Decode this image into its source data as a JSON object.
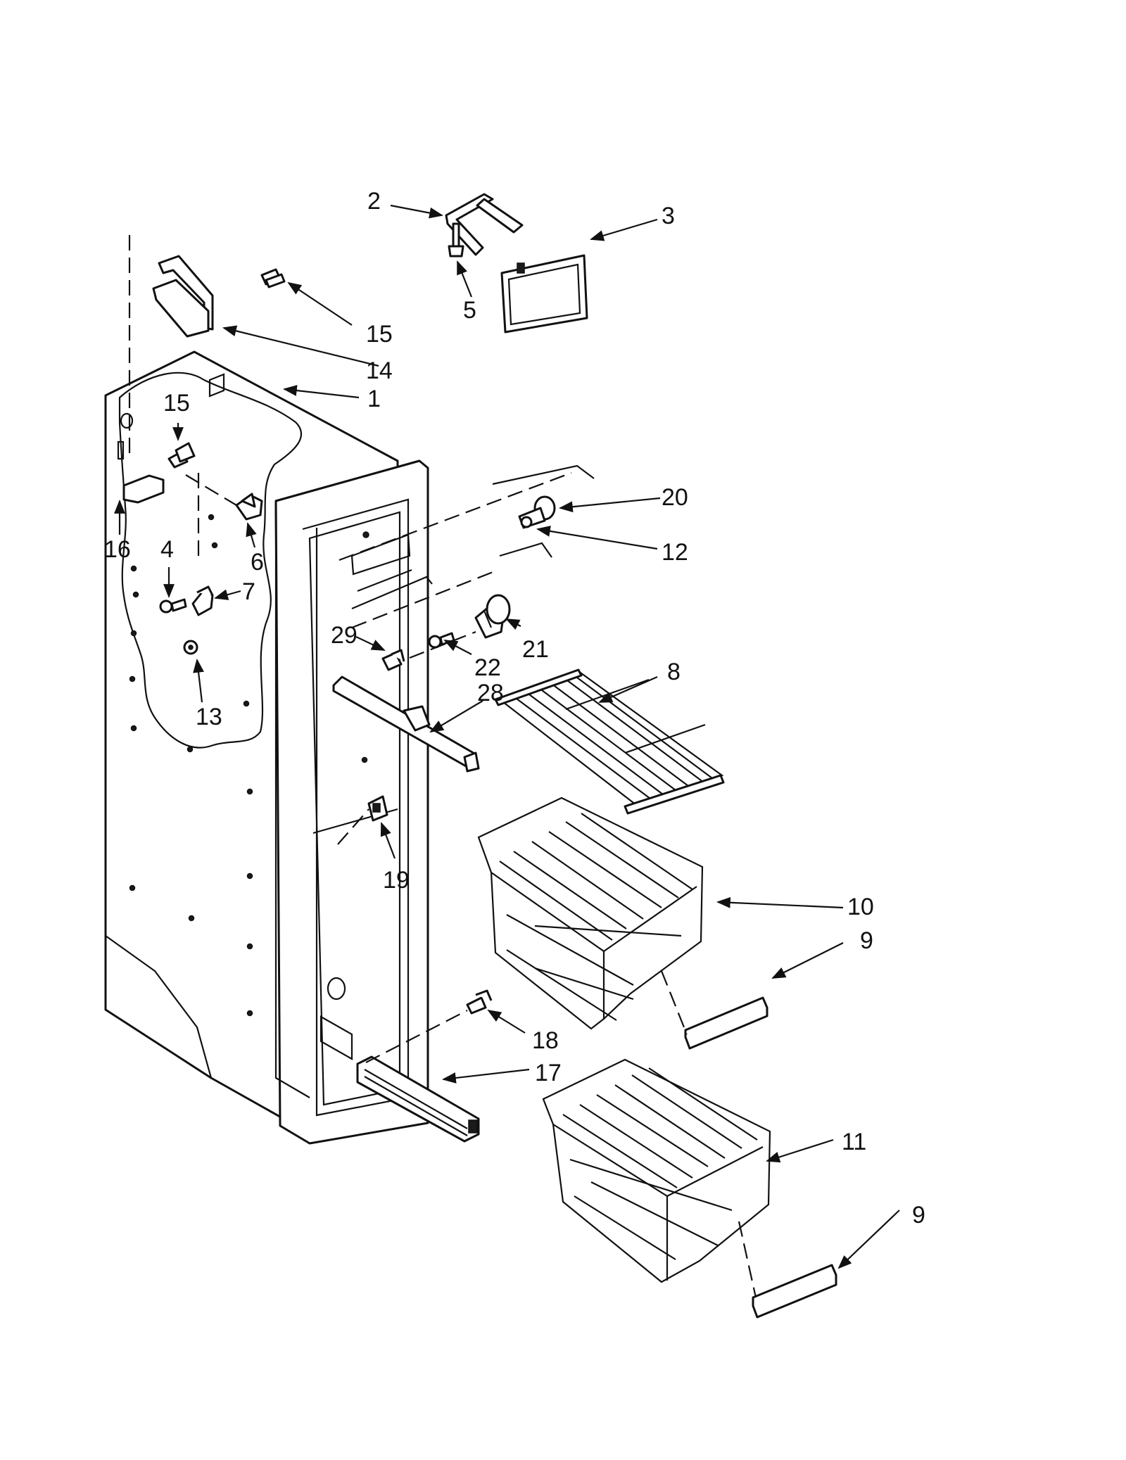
{
  "diagram": {
    "parts": [
      {
        "id": "1",
        "label": "1"
      },
      {
        "id": "2",
        "label": "2"
      },
      {
        "id": "3",
        "label": "3"
      },
      {
        "id": "4",
        "label": "4"
      },
      {
        "id": "5",
        "label": "5"
      },
      {
        "id": "6",
        "label": "6"
      },
      {
        "id": "7",
        "label": "7"
      },
      {
        "id": "8",
        "label": "8"
      },
      {
        "id": "9a",
        "label": "9"
      },
      {
        "id": "9b",
        "label": "9"
      },
      {
        "id": "10",
        "label": "10"
      },
      {
        "id": "11",
        "label": "11"
      },
      {
        "id": "12",
        "label": "12"
      },
      {
        "id": "13",
        "label": "13"
      },
      {
        "id": "14",
        "label": "14"
      },
      {
        "id": "15a",
        "label": "15"
      },
      {
        "id": "15b",
        "label": "15"
      },
      {
        "id": "16",
        "label": "16"
      },
      {
        "id": "17",
        "label": "17"
      },
      {
        "id": "18",
        "label": "18"
      },
      {
        "id": "19",
        "label": "19"
      },
      {
        "id": "20",
        "label": "20"
      },
      {
        "id": "21",
        "label": "21"
      },
      {
        "id": "22",
        "label": "22"
      },
      {
        "id": "28",
        "label": "28"
      },
      {
        "id": "29",
        "label": "29"
      }
    ]
  }
}
